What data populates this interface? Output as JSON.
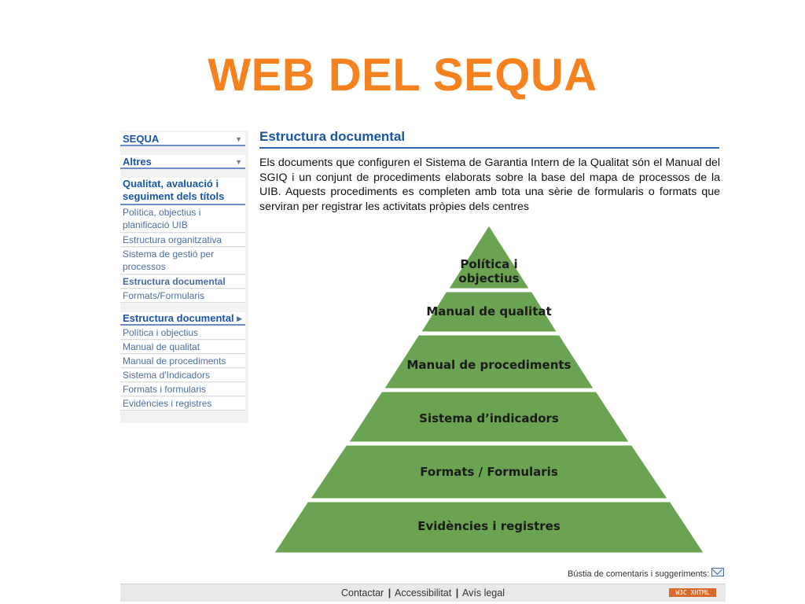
{
  "slide": {
    "title": "WEB DEL SEQUA"
  },
  "sidebar": {
    "menus": [
      {
        "label": "SEQUA"
      },
      {
        "label": "Altres"
      }
    ],
    "group1": {
      "title": "Qualitat, avaluació i seguiment dels títols",
      "items": [
        {
          "label": "Política, objectius i planificació UIB"
        },
        {
          "label": "Estructura organitzativa"
        },
        {
          "label": "Sistema de gestió per processos"
        },
        {
          "label": "Estructura documental",
          "active": true
        },
        {
          "label": "Formats/Formularis"
        }
      ]
    },
    "group2": {
      "title": "Estructura documental",
      "items": [
        {
          "label": "Política i objectius"
        },
        {
          "label": "Manual de qualitat"
        },
        {
          "label": "Manual de procediments"
        },
        {
          "label": "Sistema d'Indicadors"
        },
        {
          "label": "Formats i formularis"
        },
        {
          "label": "Evidències i registres"
        }
      ]
    }
  },
  "main": {
    "title": "Estructura documental",
    "paragraph": "Els documents que configuren el Sistema de Garantia Intern de la Qualitat són el Manual del SGIQ i un conjunt de procediments elaborats sobre la base del mapa de processos de la UIB. Aquests procediments es completen amb tota una sèrie de formularis o formats que serviran per registrar les activitats pròpies dels centres",
    "pyramid": {
      "color": "#6aa453",
      "levels": [
        {
          "label_l1": "Política i",
          "label_l2": "objectius"
        },
        {
          "label_l1": "Manual de qualitat"
        },
        {
          "label_l1": "Manual de procediments"
        },
        {
          "label_l1": "Sistema d’indicadors"
        },
        {
          "label_l1": "Formats / Formularis"
        },
        {
          "label_l1": "Evidències i registres"
        }
      ]
    }
  },
  "footer": {
    "feedback": "Bústia de comentaris i suggeriments:",
    "links": [
      "Contactar",
      "Accessibilitat",
      "Avís legal"
    ],
    "badge": "W3C XHTML"
  }
}
